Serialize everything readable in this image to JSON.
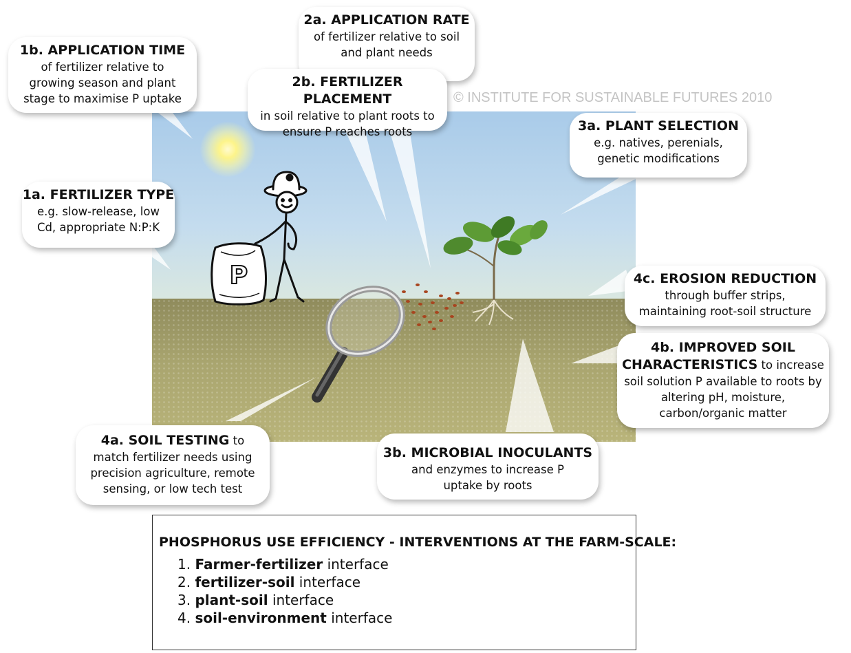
{
  "copyright": "© INSTITUTE FOR SUSTAINABLE FUTURES 2010",
  "bubbles": {
    "b1b": {
      "title": "1b. APPLICATION TIME",
      "text": "of fertilizer relative to growing season and plant stage to maximise P uptake"
    },
    "b2a": {
      "title": "2a. APPLICATION RATE",
      "text": "of fertilizer relative to soil and plant needs"
    },
    "b2b": {
      "title": "2b. FERTILIZER PLACEMENT",
      "text": "in soil relative to plant roots to ensure P reaches roots"
    },
    "b3a": {
      "title": "3a. PLANT SELECTION",
      "text": "e.g. natives, perenials, genetic modifications"
    },
    "b1a": {
      "title": "1a. FERTILIZER TYPE",
      "text": "e.g. slow-release, low Cd, appropriate N:P:K"
    },
    "b4c": {
      "title": "4c. EROSION REDUCTION",
      "text": "through buffer strips, maintaining root-soil structure"
    },
    "b4b": {
      "title": "4b. IMPROVED SOIL CHARACTERISTICS",
      "text": "to increase soil solution P available to roots by altering pH, moisture, carbon/organic matter"
    },
    "b4a": {
      "title": "4a. SOIL TESTING",
      "text": "to match fertilizer needs using precision agriculture, remote sensing, or low tech test"
    },
    "b3b": {
      "title": "3b. MICROBIAL INOCULANTS",
      "text": "and enzymes to increase P uptake by roots"
    }
  },
  "bag_label": "P",
  "legend": {
    "heading": "PHOSPHORUS USE EFFICIENCY - INTERVENTIONS AT THE FARM-SCALE:",
    "items": [
      {
        "num": "1.",
        "bold": "Farmer-fertilizer",
        "rest": "interface"
      },
      {
        "num": "2.",
        "bold": "fertilizer-soil",
        "rest": "interface"
      },
      {
        "num": "3.",
        "bold": "plant-soil",
        "rest": "interface"
      },
      {
        "num": "4.",
        "bold": "soil-environment",
        "rest": "interface"
      }
    ]
  }
}
